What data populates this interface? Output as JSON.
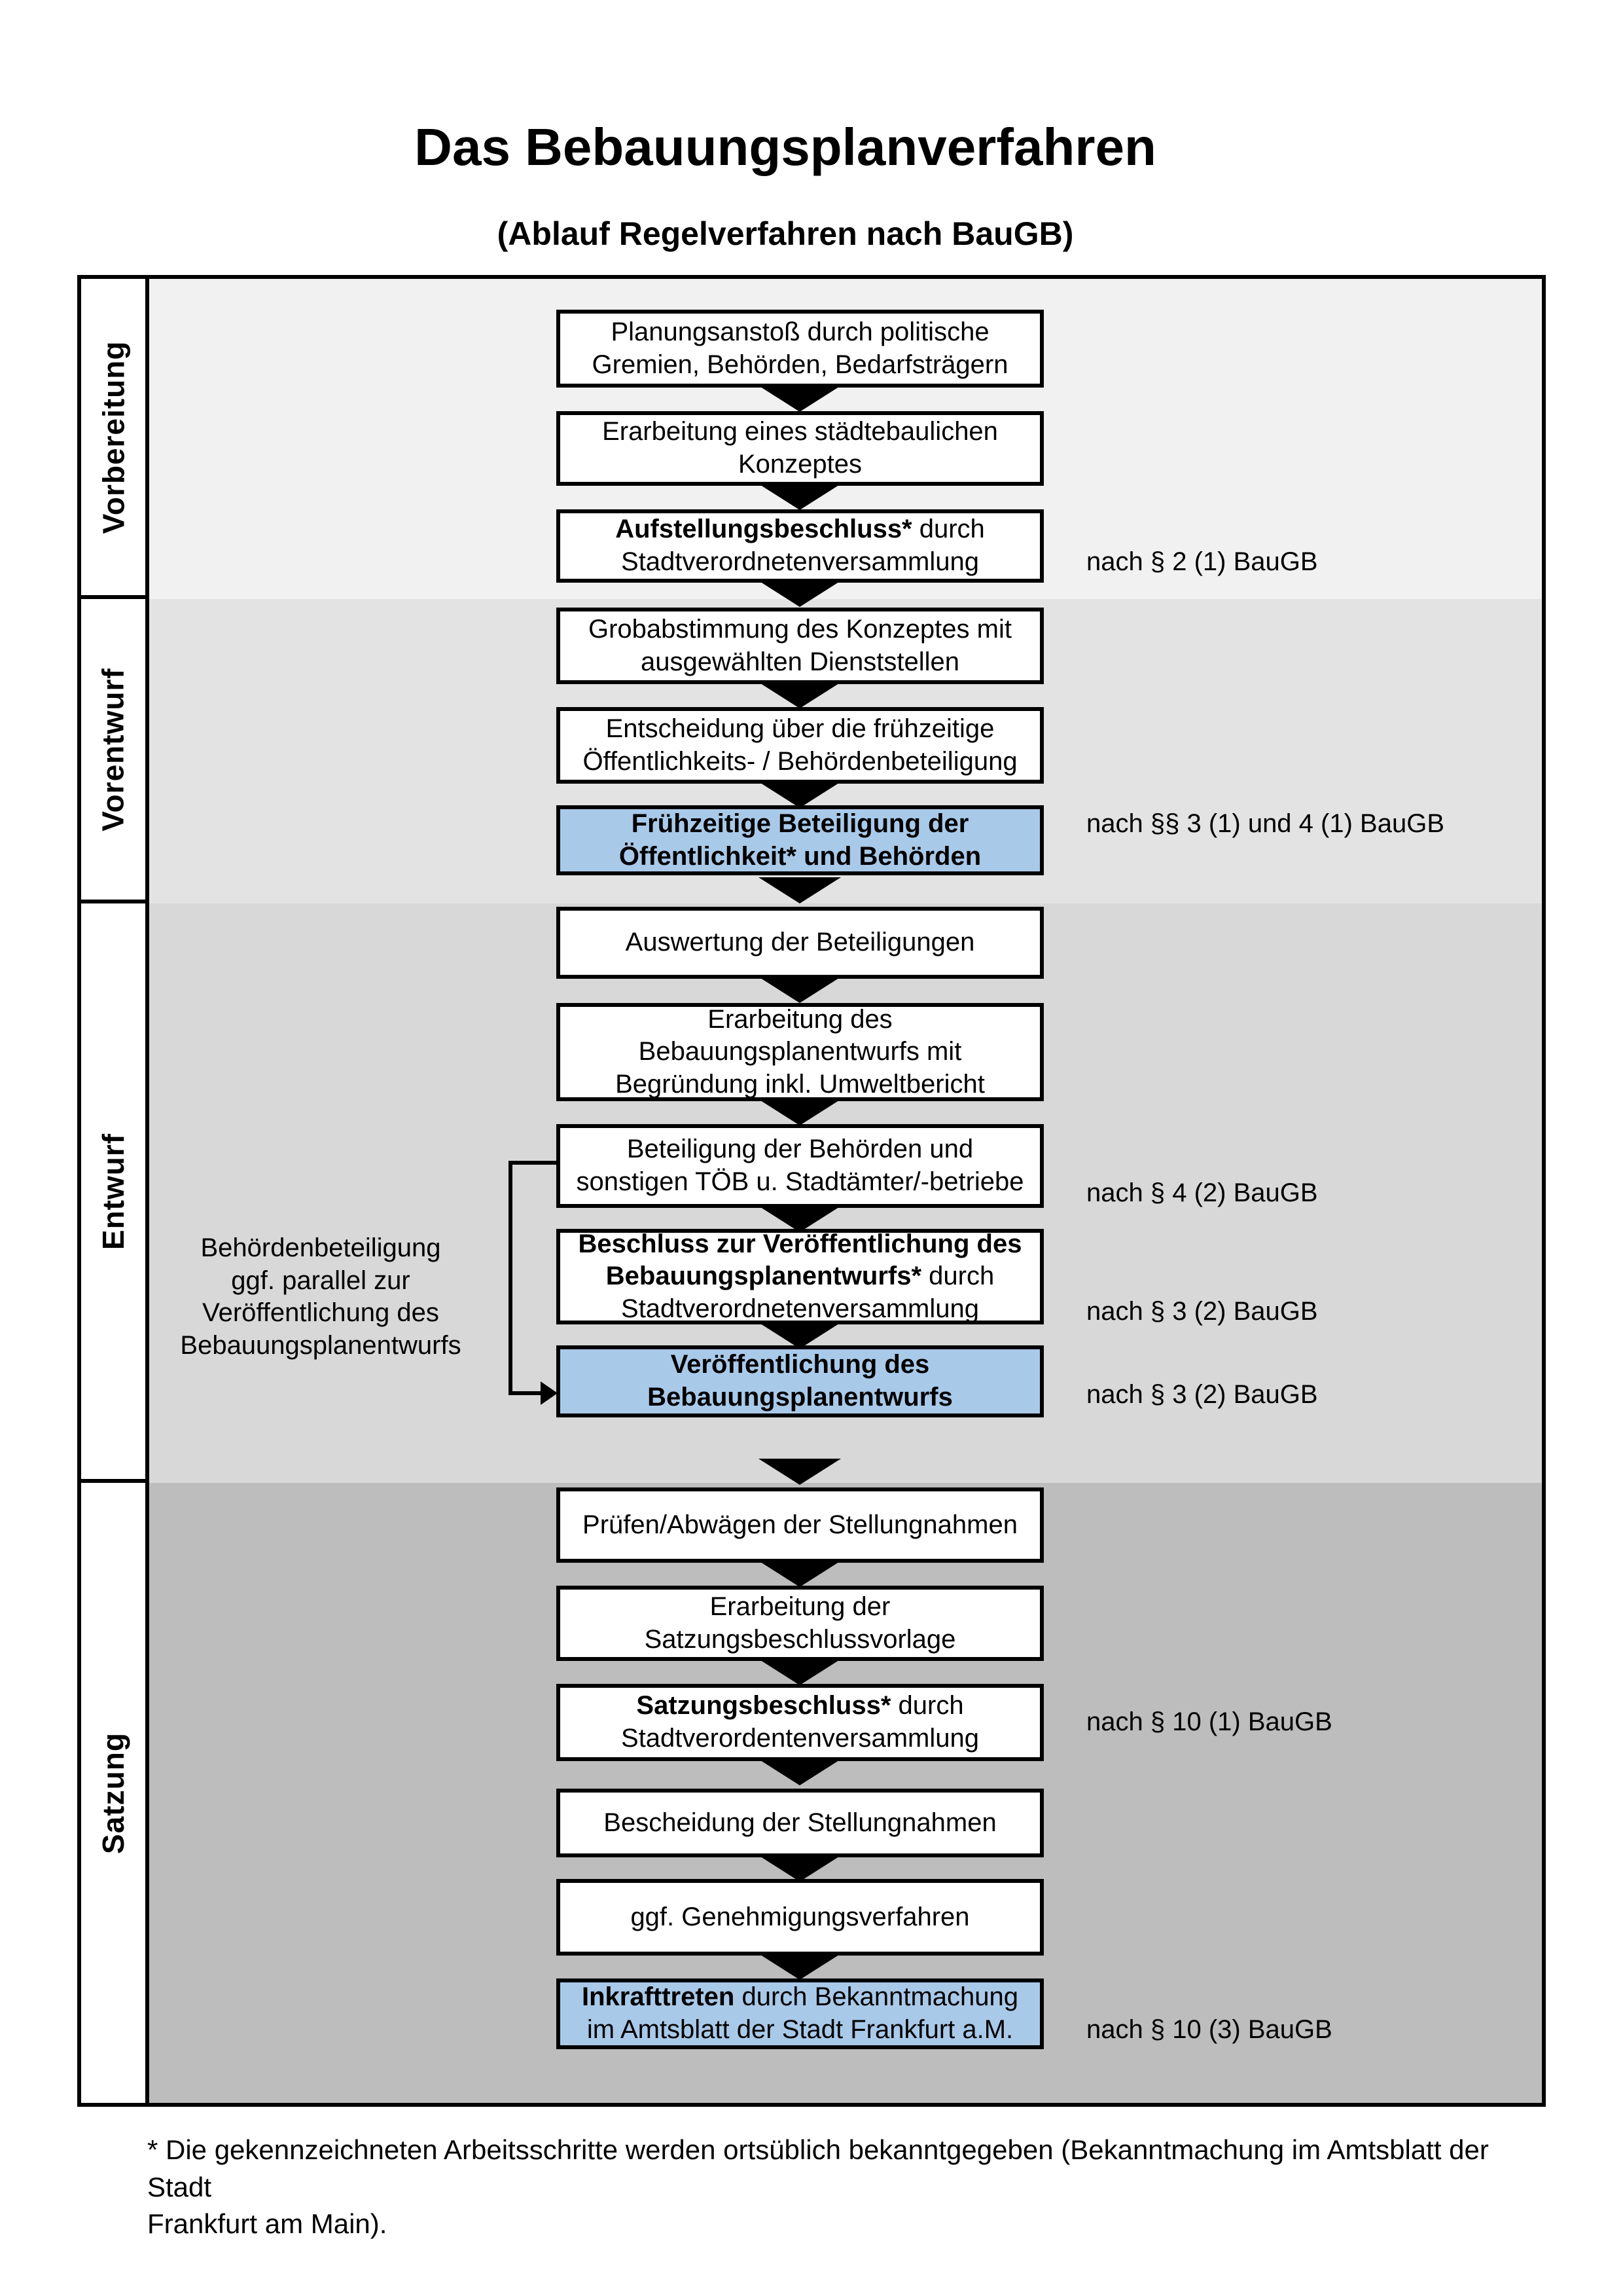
{
  "title": "Das Bebauungsplanverfahren",
  "subtitle": "(Ablauf Regelverfahren nach BauGB)",
  "phases": [
    {
      "label": "Vorbereitung",
      "band": "vorbereitung"
    },
    {
      "label": "Vorentwurf",
      "band": "vorentwurf"
    },
    {
      "label": "Entwurf",
      "band": "entwurf"
    },
    {
      "label": "Satzung",
      "band": "satzung"
    }
  ],
  "flow": {
    "boxes": [
      {
        "step": 1,
        "phase": "Vorbereitung",
        "highlight": false,
        "parts": [
          {
            "text": "Planungsanstoß durch politische\nGremien, Behörden, Bedarfsträgern",
            "bold": false
          }
        ]
      },
      {
        "step": 2,
        "phase": "Vorbereitung",
        "highlight": false,
        "parts": [
          {
            "text": "Erarbeitung eines städtebaulichen\nKonzeptes",
            "bold": false
          }
        ]
      },
      {
        "step": 3,
        "phase": "Vorbereitung",
        "highlight": false,
        "parts": [
          {
            "text": "Aufstellungsbeschluss*",
            "bold": true
          },
          {
            "text": " durch\nStadtverordnetenversammlung",
            "bold": false
          }
        ]
      },
      {
        "step": 4,
        "phase": "Vorentwurf",
        "highlight": false,
        "parts": [
          {
            "text": "Grobabstimmung des Konzeptes mit\nausgewählten Dienststellen",
            "bold": false
          }
        ]
      },
      {
        "step": 5,
        "phase": "Vorentwurf",
        "highlight": false,
        "parts": [
          {
            "text": "Entscheidung über die frühzeitige\nÖffentlichkeits- / Behördenbeteiligung",
            "bold": false
          }
        ]
      },
      {
        "step": 6,
        "phase": "Vorentwurf",
        "highlight": true,
        "parts": [
          {
            "text": "Frühzeitige Beteiligung der\nÖffentlichkeit* und Behörden",
            "bold": true
          }
        ]
      },
      {
        "step": 7,
        "phase": "Entwurf",
        "highlight": false,
        "parts": [
          {
            "text": "Auswertung der Beteiligungen",
            "bold": false
          }
        ]
      },
      {
        "step": 8,
        "phase": "Entwurf",
        "highlight": false,
        "parts": [
          {
            "text": "Erarbeitung des\nBebauungsplanentwurfs mit\nBegründung inkl. Umweltbericht",
            "bold": false
          }
        ]
      },
      {
        "step": 9,
        "phase": "Entwurf",
        "highlight": false,
        "parts": [
          {
            "text": "Beteiligung der Behörden und\nsonstigen TÖB u. Stadtämter/-betriebe",
            "bold": false
          }
        ]
      },
      {
        "step": 10,
        "phase": "Entwurf",
        "highlight": false,
        "parts": [
          {
            "text": "Beschluss zur Veröffentlichung des\nBebauungsplanentwurfs*",
            "bold": true
          },
          {
            "text": " durch\nStadtverordnetenversammlung",
            "bold": false
          }
        ]
      },
      {
        "step": 11,
        "phase": "Entwurf",
        "highlight": true,
        "parts": [
          {
            "text": "Veröffentlichung des\nBebauungsplanentwurfs",
            "bold": true
          }
        ]
      },
      {
        "step": 12,
        "phase": "Satzung",
        "highlight": false,
        "parts": [
          {
            "text": "Prüfen/Abwägen der Stellungnahmen",
            "bold": false
          }
        ]
      },
      {
        "step": 13,
        "phase": "Satzung",
        "highlight": false,
        "parts": [
          {
            "text": "Erarbeitung der\nSatzungsbeschlussvorlage",
            "bold": false
          }
        ]
      },
      {
        "step": 14,
        "phase": "Satzung",
        "highlight": false,
        "parts": [
          {
            "text": "Satzungsbeschluss*",
            "bold": true
          },
          {
            "text": " durch\nStadtverordentenversammlung",
            "bold": false
          }
        ]
      },
      {
        "step": 15,
        "phase": "Satzung",
        "highlight": false,
        "parts": [
          {
            "text": "Bescheidung der Stellungnahmen",
            "bold": false
          }
        ]
      },
      {
        "step": 16,
        "phase": "Satzung",
        "highlight": false,
        "parts": [
          {
            "text": "ggf. Genehmigungsverfahren",
            "bold": false
          }
        ]
      },
      {
        "step": 17,
        "phase": "Satzung",
        "highlight": true,
        "parts": [
          {
            "text": "Inkrafttreten",
            "bold": true
          },
          {
            "text": " durch Bekanntmachung\nim Amtsblatt der Stadt Frankfurt a.M.",
            "bold": false
          }
        ]
      }
    ]
  },
  "annotations": [
    {
      "text": "nach § 2 (1) BauGB",
      "for_step": 3
    },
    {
      "text": "nach §§ 3 (1) und 4 (1) BauGB",
      "for_step": 6
    },
    {
      "text": "nach § 4 (2) BauGB",
      "for_step": 9
    },
    {
      "text": "nach § 3 (2) BauGB",
      "for_step": 10
    },
    {
      "text": "nach § 3 (2) BauGB",
      "for_step": 11
    },
    {
      "text": "nach § 10 (1) BauGB",
      "for_step": 14
    },
    {
      "text": "nach § 10 (3) BauGB",
      "for_step": 17
    }
  ],
  "side_note": {
    "text": "Behördenbeteiligung\nggf. parallel zur\nVeröffentlichung des\nBebauungsplanentwurfs",
    "connects": {
      "from_step": 9,
      "to_step": 11
    }
  },
  "footnote": {
    "text": "* Die gekennzeichneten Arbeitsschritte werden ortsüblich bekanntgegeben (Bekanntmachung im Amtsblatt  der Stadt\nFrankfurt am Main)."
  },
  "colors": {
    "highlight_box": "#a9c9e9",
    "band_vorbereitung": "#f1f1f1",
    "band_vorentwurf": "#e3e3e3",
    "band_entwurf": "#d8d8d8",
    "band_satzung": "#bdbdbd",
    "box_border": "#000000"
  }
}
